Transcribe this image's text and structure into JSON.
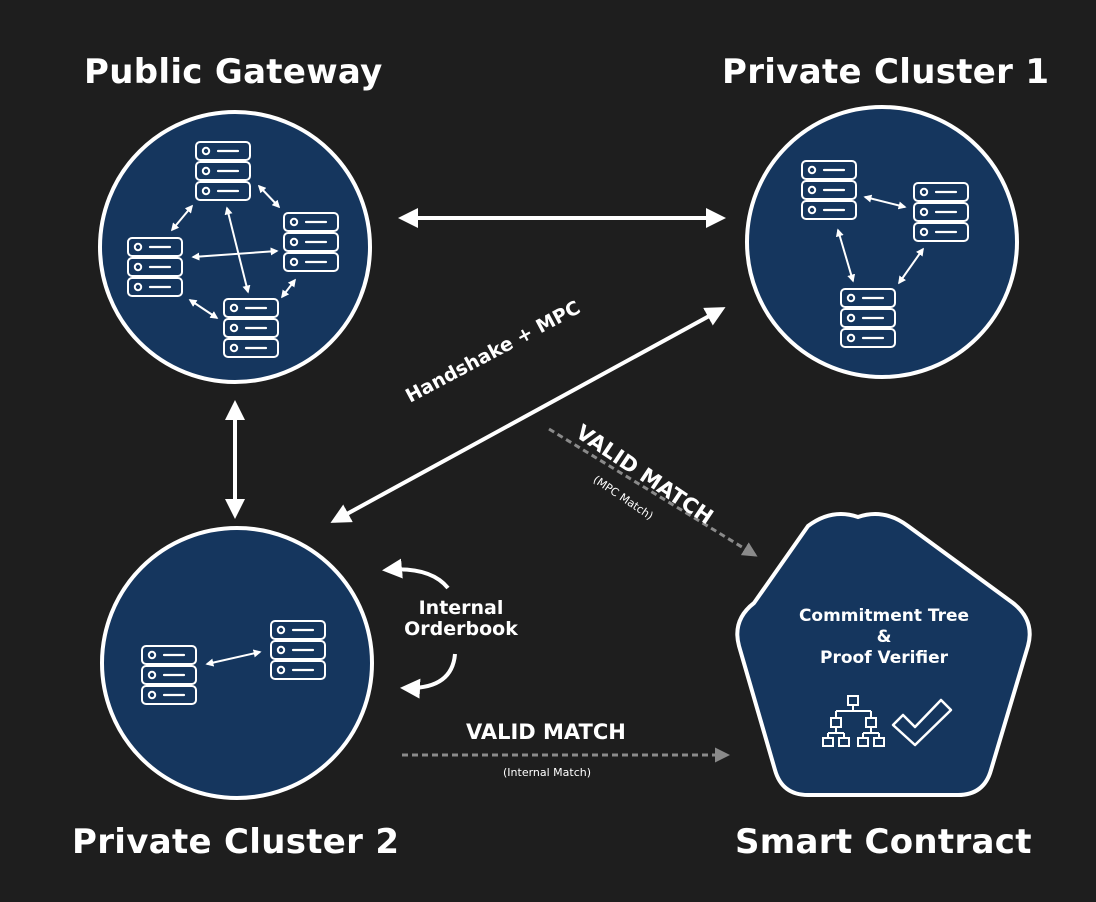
{
  "nodes": {
    "public_gateway": {
      "title": "Public Gateway"
    },
    "private_cluster_1": {
      "title": "Private Cluster 1"
    },
    "private_cluster_2": {
      "title": "Private Cluster 2"
    },
    "smart_contract": {
      "title": "Smart Contract",
      "line1": "Commitment Tree",
      "line2": "&",
      "line3": "Proof Verifier"
    }
  },
  "edges": {
    "handshake": {
      "label": "Handshake + MPC"
    },
    "mpc_match": {
      "label": "VALID MATCH",
      "sublabel": "(MPC Match)"
    },
    "internal_orderbook": {
      "line1": "Internal",
      "line2": "Orderbook"
    },
    "internal_match": {
      "label": "VALID MATCH",
      "sublabel": "(Internal Match)"
    }
  },
  "colors": {
    "background": "#1e1e1e",
    "node_fill": "#15365e",
    "stroke": "#ffffff",
    "dashed_arrow": "#8a8a8a"
  },
  "icons": [
    "server-icon",
    "tree-icon",
    "checkmark-icon"
  ]
}
